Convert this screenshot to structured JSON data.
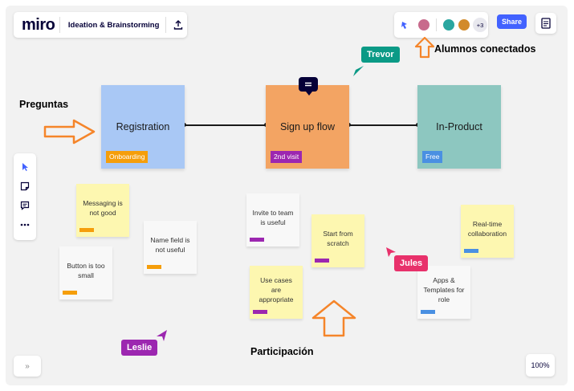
{
  "app": {
    "logo": "miro",
    "board_title": "Ideation & Brainstorming"
  },
  "collaborators": {
    "more_count": "+3",
    "share_label": "Share"
  },
  "zoom": {
    "level": "100%"
  },
  "flow": [
    {
      "label": "Registration",
      "tag": "Onboarding",
      "color": "#a9c8f5",
      "tag_color": "#f59e0b"
    },
    {
      "label": "Sign up flow",
      "tag": "2nd visit",
      "color": "#f3a463",
      "tag_color": "#9c27b0"
    },
    {
      "label": "In-Product",
      "tag": "Free",
      "color": "#8dc7c0",
      "tag_color": "#4a90e2"
    }
  ],
  "stickies": [
    {
      "text": "Messaging is not good",
      "style": "yellow",
      "tag_color": "#f59e0b"
    },
    {
      "text": "Name field is not useful",
      "style": "white",
      "tag_color": "#f59e0b"
    },
    {
      "text": "Button is too small",
      "style": "white",
      "tag_color": "#f59e0b"
    },
    {
      "text": "Invite to team is useful",
      "style": "white",
      "tag_color": "#9c27b0"
    },
    {
      "text": "Start from scratch",
      "style": "yellow",
      "tag_color": "#9c27b0"
    },
    {
      "text": "Use cases are appropriate",
      "style": "yellow",
      "tag_color": "#9c27b0"
    },
    {
      "text": "Real-time collaboration",
      "style": "yellow",
      "tag_color": "#4a90e2"
    },
    {
      "text": "Apps & Templates for role",
      "style": "white",
      "tag_color": "#4a90e2"
    }
  ],
  "cursors": [
    {
      "name": "Trevor",
      "color": "#0b9a86"
    },
    {
      "name": "Jules",
      "color": "#e8316b"
    },
    {
      "name": "Leslie",
      "color": "#9c27b0"
    }
  ],
  "annotations": {
    "preguntas": "Preguntas",
    "alumnos": "Alumnos conectados",
    "participacion": "Participación"
  },
  "icons": [
    "upload-icon",
    "reactions-icon",
    "notes-icon",
    "select-cursor-icon",
    "sticky-note-icon",
    "comment-icon",
    "more-icon",
    "expand-icon",
    "comment-bubble-icon"
  ]
}
